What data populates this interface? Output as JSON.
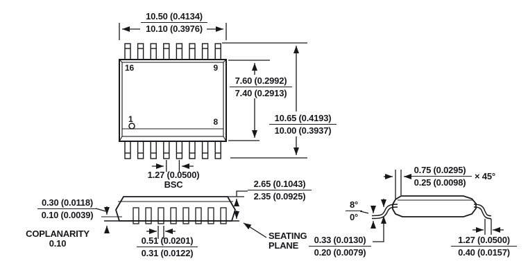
{
  "colors": {
    "ink": "#17171c",
    "background": "#ffffff"
  },
  "top_view": {
    "pins": {
      "top_left": "16",
      "top_right": "9",
      "bottom_left": "1",
      "bottom_right": "8"
    },
    "dims": {
      "width": {
        "max": "10.50 (0.4134)",
        "min": "10.10 (0.3976)"
      },
      "body_depth": {
        "max": "7.60 (0.2992)",
        "min": "7.40 (0.2913)"
      },
      "overall_depth": {
        "max": "10.65 (0.4193)",
        "min": "10.00 (0.3937)"
      },
      "pitch": {
        "value": "1.27 (0.0500)",
        "qualifier": "BSC"
      }
    }
  },
  "front_view": {
    "dims": {
      "standoff": {
        "max": "0.30 (0.0118)",
        "min": "0.10 (0.0039)"
      },
      "coplanarity": {
        "label": "COPLANARITY",
        "value": "0.10"
      },
      "lead_width": {
        "max": "0.51 (0.0201)",
        "min": "0.31 (0.0122)"
      },
      "height": {
        "max": "2.65 (0.1043)",
        "min": "2.35 (0.0925)"
      },
      "seating_plane": {
        "line1": "SEATING",
        "line2": "PLANE"
      }
    }
  },
  "end_view": {
    "dims": {
      "chamfer": {
        "max": "0.75 (0.0295)",
        "min": "0.25 (0.0098)",
        "suffix": "× 45°"
      },
      "lead_angle": {
        "max": "8°",
        "min": "0°"
      },
      "lead_thickness": {
        "max": "0.33 (0.0130)",
        "min": "0.20 (0.0079)"
      },
      "foot_length": {
        "max": "1.27 (0.0500)",
        "min": "0.40 (0.0157)"
      }
    }
  }
}
